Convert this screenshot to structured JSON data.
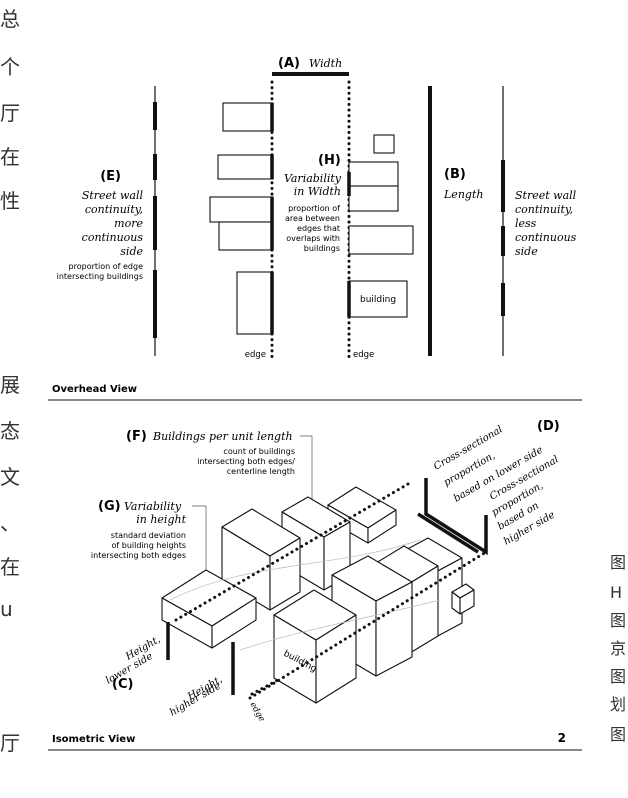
{
  "side_chars_left": [
    "总",
    "个",
    "厅",
    "在",
    "性",
    "展",
    "态",
    "文",
    "、",
    "在",
    "u",
    "厅"
  ],
  "side_chars_right": [
    "图",
    "H",
    "图",
    "京",
    "图",
    "划",
    "图"
  ],
  "overhead": {
    "caption": "Overhead View",
    "A": {
      "letter": "(A)",
      "name": "Width"
    },
    "B": {
      "letter": "(B)",
      "name": "Length"
    },
    "E": {
      "letter": "(E)",
      "line1": "Street wall",
      "line2": "continuity,",
      "line3": "more",
      "line4": "continuous",
      "line5": "side",
      "note1": "proportion of edge",
      "note2": "intersecting buildings"
    },
    "H": {
      "letter": "(H)",
      "line1": "Variability",
      "line2": "in Width",
      "note1": "proportion of",
      "note2": "area between",
      "note3": "edges that",
      "note4": "overlaps with",
      "note5": "buildings"
    },
    "right_label": {
      "line1": "Street wall",
      "line2": "continuity,",
      "line3": "less",
      "line4": "continuous",
      "line5": "side"
    },
    "edge_left": "edge",
    "edge_right": "edge",
    "building": "building"
  },
  "isometric": {
    "caption": "Isometric View",
    "page_number": "2",
    "F": {
      "letter": "(F)",
      "name": "Buildings per unit length",
      "note1": "count of buildings",
      "note2": "intersecting both edges/",
      "note3": "centerline length"
    },
    "G": {
      "letter": "(G)",
      "line1": "Variability",
      "line2": "in height",
      "note1": "standard deviation",
      "note2": "of building heights",
      "note3": "intersecting both edges"
    },
    "D": {
      "letter": "(D)",
      "lower1": "Cross-sectional",
      "lower2": "proportion,",
      "lower3": "based on lower side",
      "higher1": "Cross-sectional",
      "higher2": "proportion,",
      "higher3": "based on",
      "higher4": "higher side"
    },
    "C": {
      "letter": "(C)",
      "lower1": "Height,",
      "lower2": "lower side",
      "higher1": "Height,",
      "higher2": "higher side"
    },
    "edge": "edge",
    "building": "building"
  }
}
